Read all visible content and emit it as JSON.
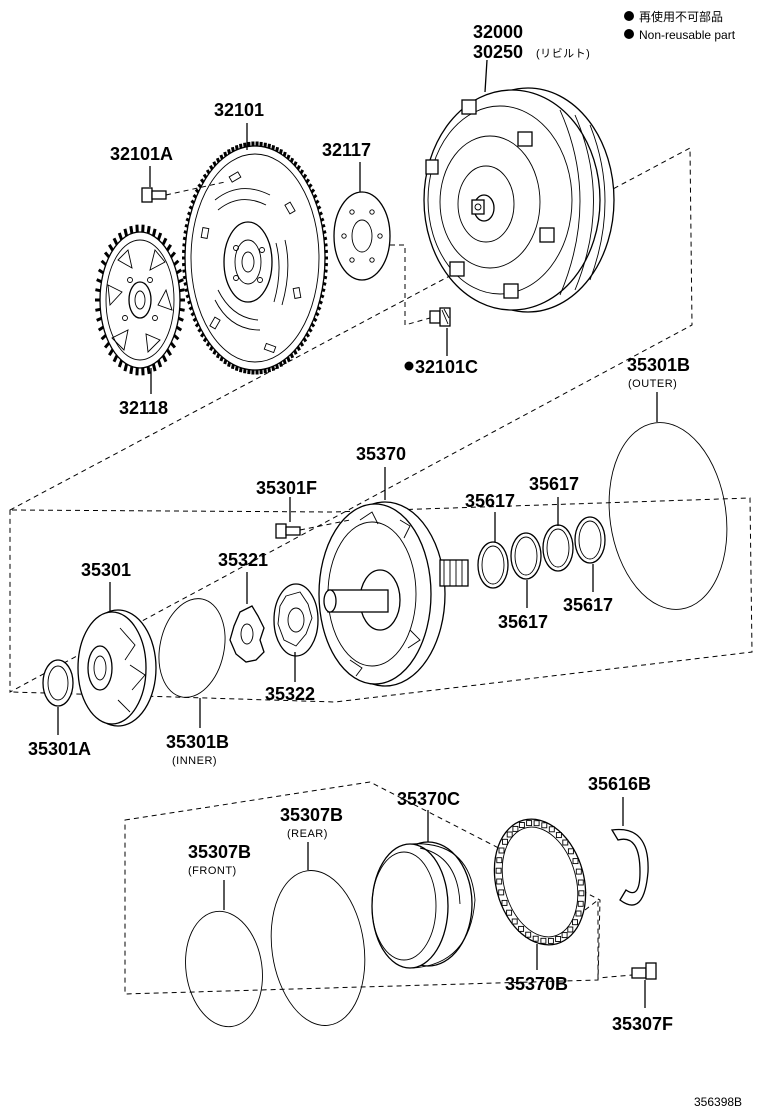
{
  "legend": {
    "jp": "再使用不可部品",
    "en": "Non-reusable part"
  },
  "parts": {
    "p32000": "32000",
    "p30250": "30250",
    "p30250_note": "(リビルト)",
    "p32101": "32101",
    "p32101A": "32101A",
    "p32117": "32117",
    "p32101C": "32101C",
    "p32118": "32118",
    "p35301B_outer": "35301B",
    "p35301B_outer_note": "(OUTER)",
    "p35370": "35370",
    "p35301F": "35301F",
    "p35617_a": "35617",
    "p35617_b": "35617",
    "p35617_c": "35617",
    "p35617_d": "35617",
    "p35301": "35301",
    "p35321": "35321",
    "p35322": "35322",
    "p35301A": "35301A",
    "p35301B_inner": "35301B",
    "p35301B_inner_note": "(INNER)",
    "p35307B_rear": "35307B",
    "p35307B_rear_note": "(REAR)",
    "p35307B_front": "35307B",
    "p35307B_front_note": "(FRONT)",
    "p35370C": "35370C",
    "p35616B": "35616B",
    "p35370B": "35370B",
    "p35307F": "35307F"
  },
  "diagram_id": "356398B",
  "colors": {
    "ink": "#000000",
    "paper": "#ffffff"
  }
}
